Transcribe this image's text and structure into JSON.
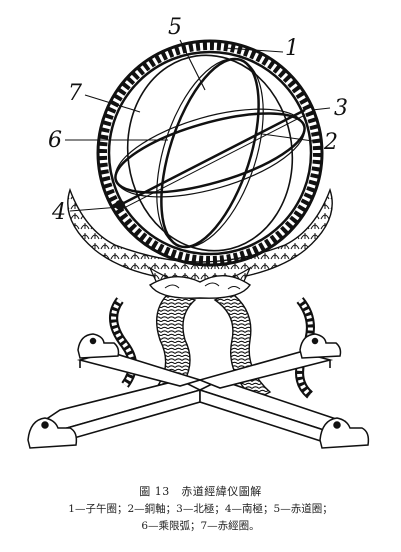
{
  "diagram": {
    "labels": [
      {
        "id": "1",
        "text": "1"
      },
      {
        "id": "2",
        "text": "2"
      },
      {
        "id": "3",
        "text": "3"
      },
      {
        "id": "4",
        "text": "4"
      },
      {
        "id": "5",
        "text": "5"
      },
      {
        "id": "6",
        "text": "6"
      },
      {
        "id": "7",
        "text": "7"
      }
    ]
  },
  "caption": {
    "title": "圖 13　赤道經緯仪圖解",
    "line1": "1—子午圈；2—銅軸；3—北極；4—南極；5—赤道圈；",
    "line2": "6—乘限弧；7—赤經圈。"
  }
}
